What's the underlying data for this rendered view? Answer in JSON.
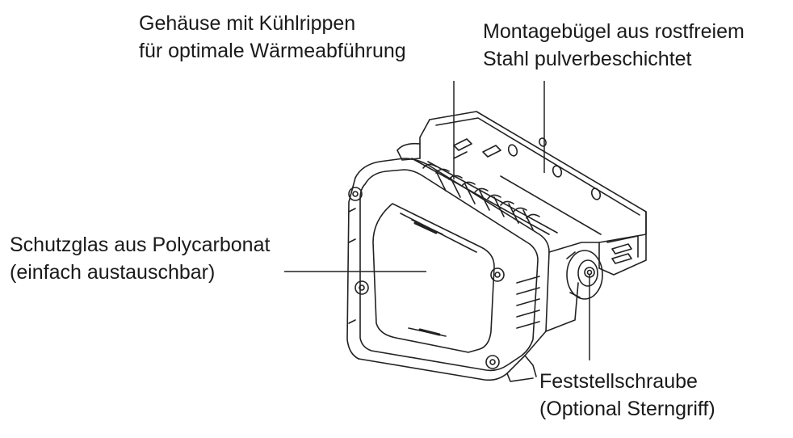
{
  "diagram": {
    "callouts": {
      "housing": {
        "line1": "Gehäuse mit Kühlrippen",
        "line2": "für optimale Wärmeabführung"
      },
      "bracket": {
        "line1": "Montagebügel aus rostfreiem",
        "line2": "Stahl pulverbeschichtet"
      },
      "glass": {
        "line1": "Schutzglas aus Polycarbonat",
        "line2": "(einfach austauschbar)"
      },
      "screw": {
        "line1": "Feststellschraube",
        "line2": "(Optional Sterngriff)"
      }
    },
    "colors": {
      "line": "#222222",
      "text": "#1a1a1a",
      "background": "#ffffff"
    }
  }
}
